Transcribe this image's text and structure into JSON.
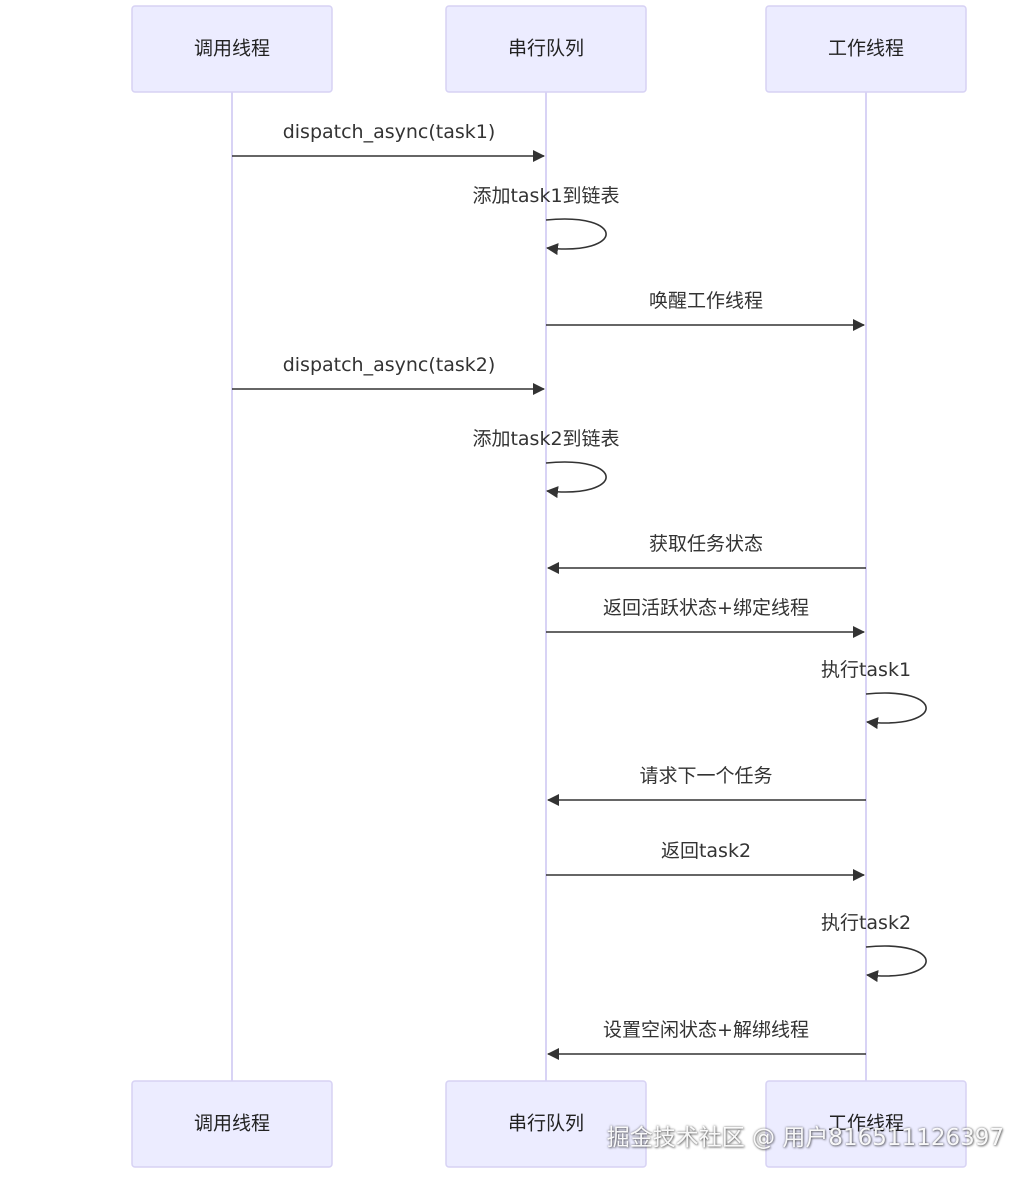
{
  "diagram": {
    "type": "sequence",
    "participants": [
      {
        "id": "caller",
        "label": "调用线程"
      },
      {
        "id": "queue",
        "label": "串行队列"
      },
      {
        "id": "worker",
        "label": "工作线程"
      }
    ],
    "messages": [
      {
        "from": "caller",
        "to": "queue",
        "label": "dispatch_async(task1)"
      },
      {
        "from": "queue",
        "to": "queue",
        "label": "添加task1到链表"
      },
      {
        "from": "queue",
        "to": "worker",
        "label": "唤醒工作线程"
      },
      {
        "from": "caller",
        "to": "queue",
        "label": "dispatch_async(task2)"
      },
      {
        "from": "queue",
        "to": "queue",
        "label": "添加task2到链表"
      },
      {
        "from": "worker",
        "to": "queue",
        "label": "获取任务状态"
      },
      {
        "from": "queue",
        "to": "worker",
        "label": "返回活跃状态+绑定线程"
      },
      {
        "from": "worker",
        "to": "worker",
        "label": "执行task1"
      },
      {
        "from": "worker",
        "to": "queue",
        "label": "请求下一个任务"
      },
      {
        "from": "queue",
        "to": "worker",
        "label": "返回task2"
      },
      {
        "from": "worker",
        "to": "worker",
        "label": "执行task2"
      },
      {
        "from": "worker",
        "to": "queue",
        "label": "设置空闲状态+解绑线程"
      }
    ]
  },
  "watermark": {
    "text": "掘金技术社区 @ 用户816511126397"
  }
}
